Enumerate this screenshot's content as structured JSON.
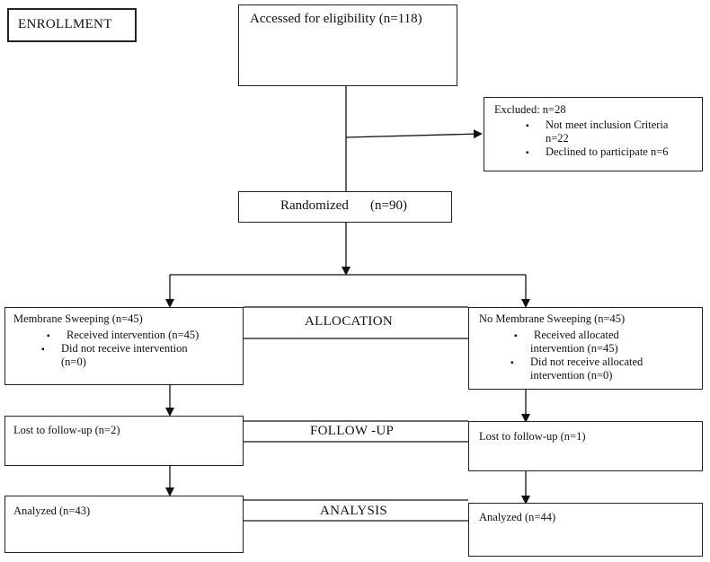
{
  "stages": {
    "enrollment": "ENROLLMENT",
    "allocation": "ALLOCATION",
    "follow_up": "FOLLOW -UP",
    "analysis": "ANALYSIS"
  },
  "eligibility": {
    "text": "Accessed for eligibility (n=118)"
  },
  "excluded": {
    "title": "Excluded: n=28",
    "items": [
      {
        "line1": "Not meet inclusion Criteria",
        "line2": "n=22"
      },
      {
        "line1": "Declined to participate n=6"
      }
    ]
  },
  "randomized": {
    "label": "Randomized",
    "count": "(n=90)"
  },
  "left_arm": {
    "allocation_title": "Membrane Sweeping (n=45)",
    "allocation_items": [
      {
        "line1": "Received  intervention (n=45)"
      },
      {
        "line1": "Did not receive intervention",
        "line2": "(n=0)"
      }
    ],
    "followup": "Lost to follow-up (n=2)",
    "analysis": "Analyzed (n=43)"
  },
  "right_arm": {
    "allocation_title": "No Membrane Sweeping (n=45)",
    "allocation_items": [
      {
        "line1": "Received allocated",
        "line2": "intervention (n=45)"
      },
      {
        "line1": "Did not receive allocated",
        "line2": "intervention (n=0)"
      }
    ],
    "followup": "Lost to follow-up (n=1)",
    "analysis": "Analyzed (n=44)"
  }
}
